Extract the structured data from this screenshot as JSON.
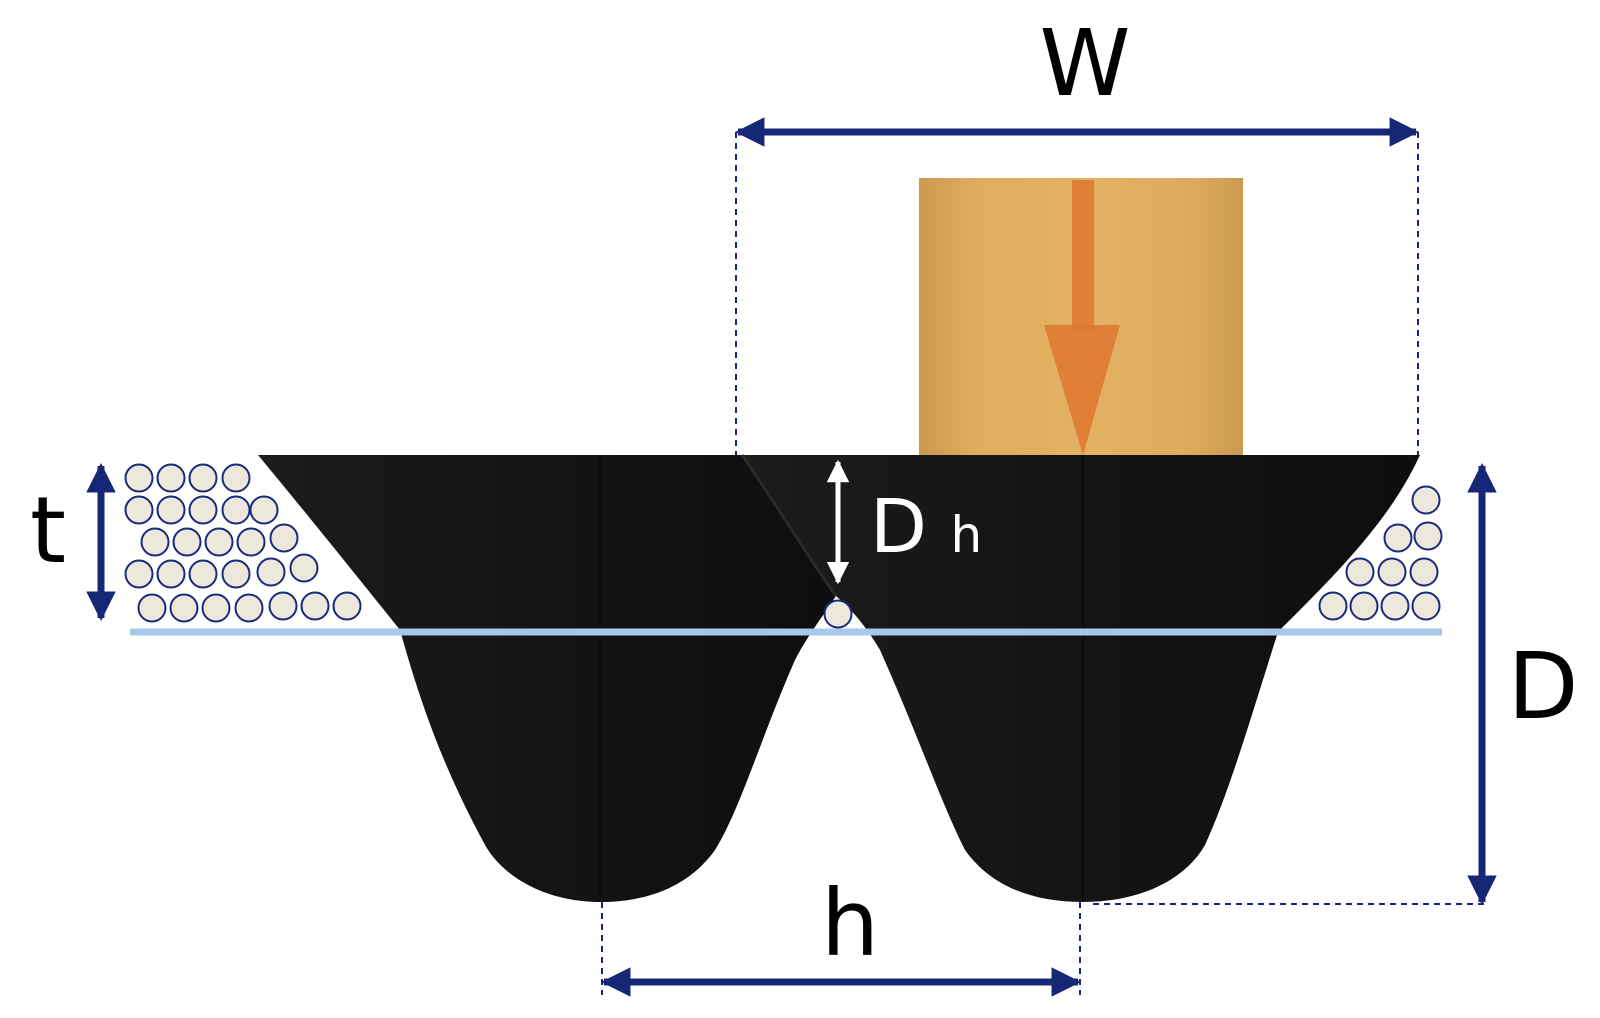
{
  "labels": {
    "w": "W",
    "t": "t",
    "dh_main": "D",
    "dh_sub": "h",
    "d": "D",
    "h": "h"
  },
  "colors": {
    "dimension_navy": "#152775",
    "punch_gold": "#e0ad5f",
    "punch_gold_dark": "#c99a4f",
    "force_arrow": "#e07a33",
    "tool_black": "#121212",
    "particle_fill": "#ece8dc",
    "particle_stroke": "#1c2a7a",
    "baseline_blue": "#a6c8ea"
  },
  "icons": {
    "force": "down-arrow-icon",
    "dimension": "double-arrow-icon"
  }
}
